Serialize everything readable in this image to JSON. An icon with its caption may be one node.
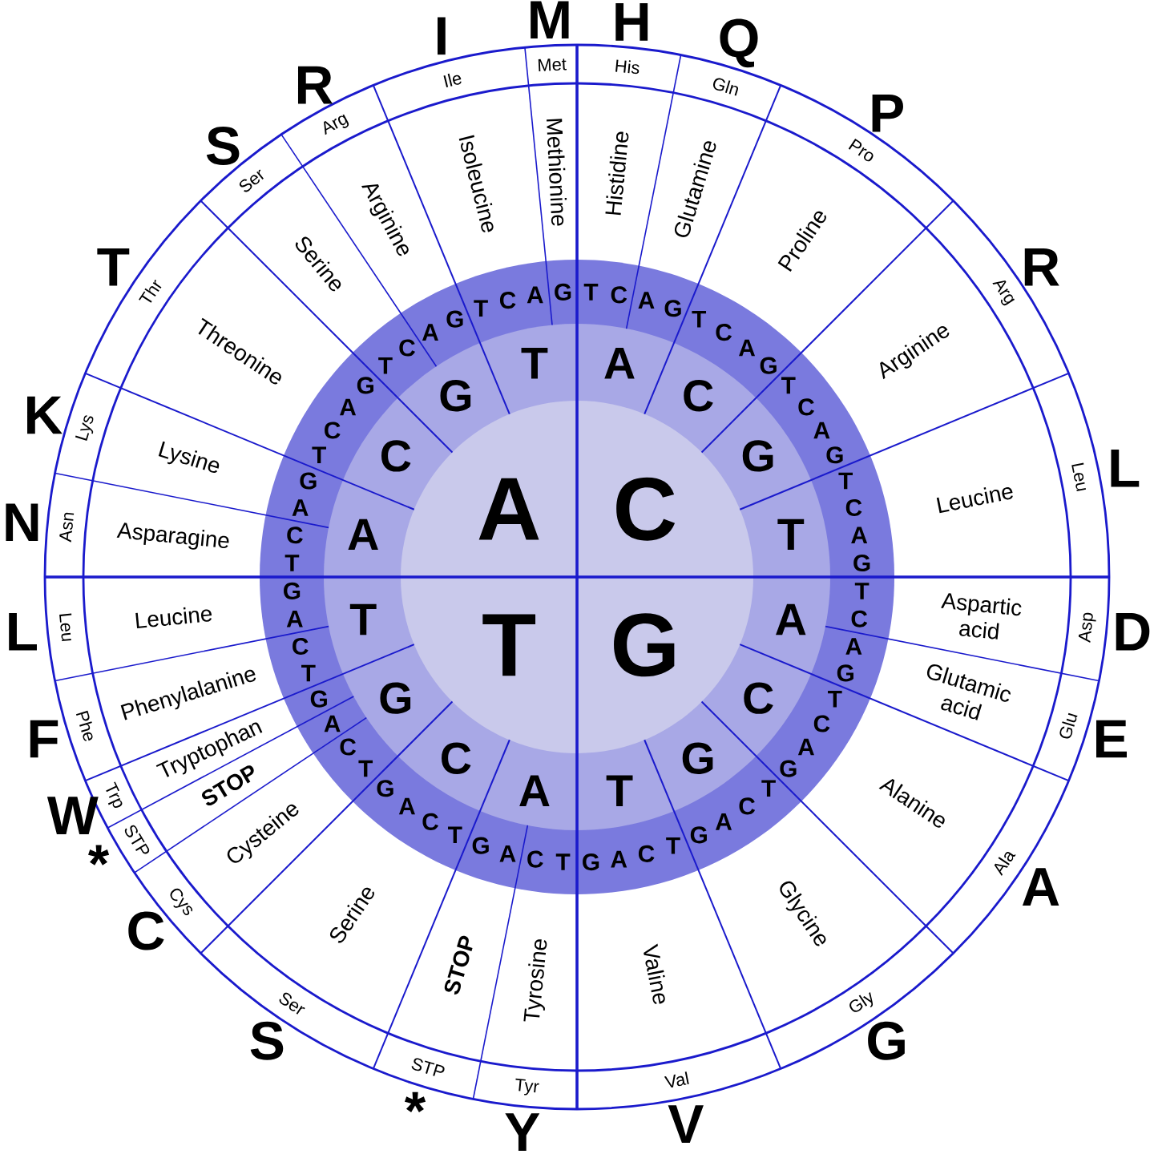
{
  "diagram": {
    "labels": [
      "A",
      "C",
      "G",
      "T",
      "A",
      "C",
      "G",
      "T",
      "A",
      "C",
      "G",
      "T",
      "A",
      "C",
      "G",
      "T",
      "A",
      "C",
      "G",
      "T",
      "T",
      "C",
      "A",
      "G",
      "T",
      "C",
      "A",
      "G",
      "T",
      "C",
      "A",
      "G",
      "T",
      "C",
      "A",
      "G",
      "T",
      "C",
      "A",
      "G",
      "T",
      "C",
      "A",
      "G",
      "T",
      "C",
      "A",
      "G",
      "T",
      "C",
      "A",
      "G",
      "T",
      "C",
      "A",
      "G",
      "T",
      "C",
      "A",
      "G",
      "T",
      "C",
      "A",
      "G",
      "T",
      "C",
      "A",
      "G",
      "T",
      "C",
      "A",
      "G",
      "T",
      "C",
      "A",
      "G",
      "T",
      "C",
      "A",
      "G",
      "T",
      "C",
      "A",
      "G",
      "Asparagine",
      "Lysine",
      "Threonine",
      "Serine",
      "Arginine",
      "Isoleucine",
      "Methionine",
      "Histidine",
      "Glutamine",
      "Proline",
      "Arginine",
      "Leucine",
      "Aspartic acid",
      "Glutamic acid",
      "Alanine",
      "Glycine",
      "Valine",
      "Tyrosine",
      "STOP",
      "Serine",
      "Cysteine",
      "STOP",
      "Tryptophan",
      "Phenylalanine",
      "Leucine",
      "Asn",
      "Lys",
      "Thr",
      "Ser",
      "Arg",
      "Ile",
      "Met",
      "His",
      "Gln",
      "Pro",
      "Arg",
      "Leu",
      "Asp",
      "Glu",
      "Ala",
      "Gly",
      "Val",
      "Tyr",
      "STP",
      "Ser",
      "Cys",
      "STP",
      "Trp",
      "Phe",
      "Leu",
      "N",
      "K",
      "T",
      "S",
      "R",
      "I",
      "M",
      "H",
      "Q",
      "P",
      "R",
      "L",
      "D",
      "E",
      "A",
      "G",
      "V",
      "Y",
      "*",
      "S",
      "C",
      "*",
      "W",
      "F",
      "L"
    ]
  }
}
